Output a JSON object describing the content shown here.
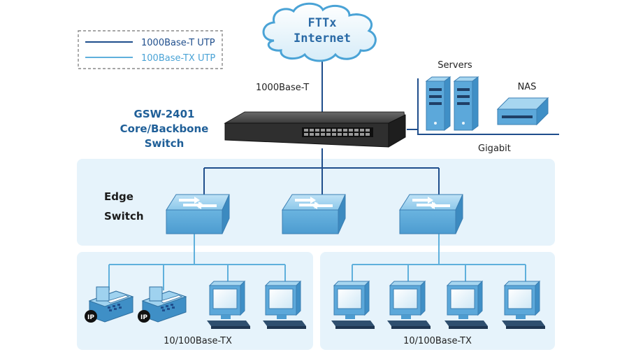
{
  "legend": {
    "dark_label": "1000Base-T UTP",
    "light_label": "100Base-TX UTP"
  },
  "cloud": {
    "line1": "FTTx",
    "line2": "Internet"
  },
  "uplink_label": "1000Base-T",
  "core_switch": {
    "line1": "GSW-2401",
    "line2": "Core/Backbone",
    "line3": "Switch"
  },
  "servers_label": "Servers",
  "nas_label": "NAS",
  "gigabit_label": "Gigabit",
  "edge_label": {
    "line1": "Edge",
    "line2": "Switch"
  },
  "left_group_label": "10/100Base-TX",
  "right_group_label": "10/100Base-TX",
  "ip_phone_badge": "IP",
  "colors": {
    "dark_link": "#1f4e8c",
    "light_link": "#5fb0dc",
    "panel": "#e6f3fb",
    "device_blue": "#5ca8da",
    "label_blue": "#1f5f98"
  }
}
